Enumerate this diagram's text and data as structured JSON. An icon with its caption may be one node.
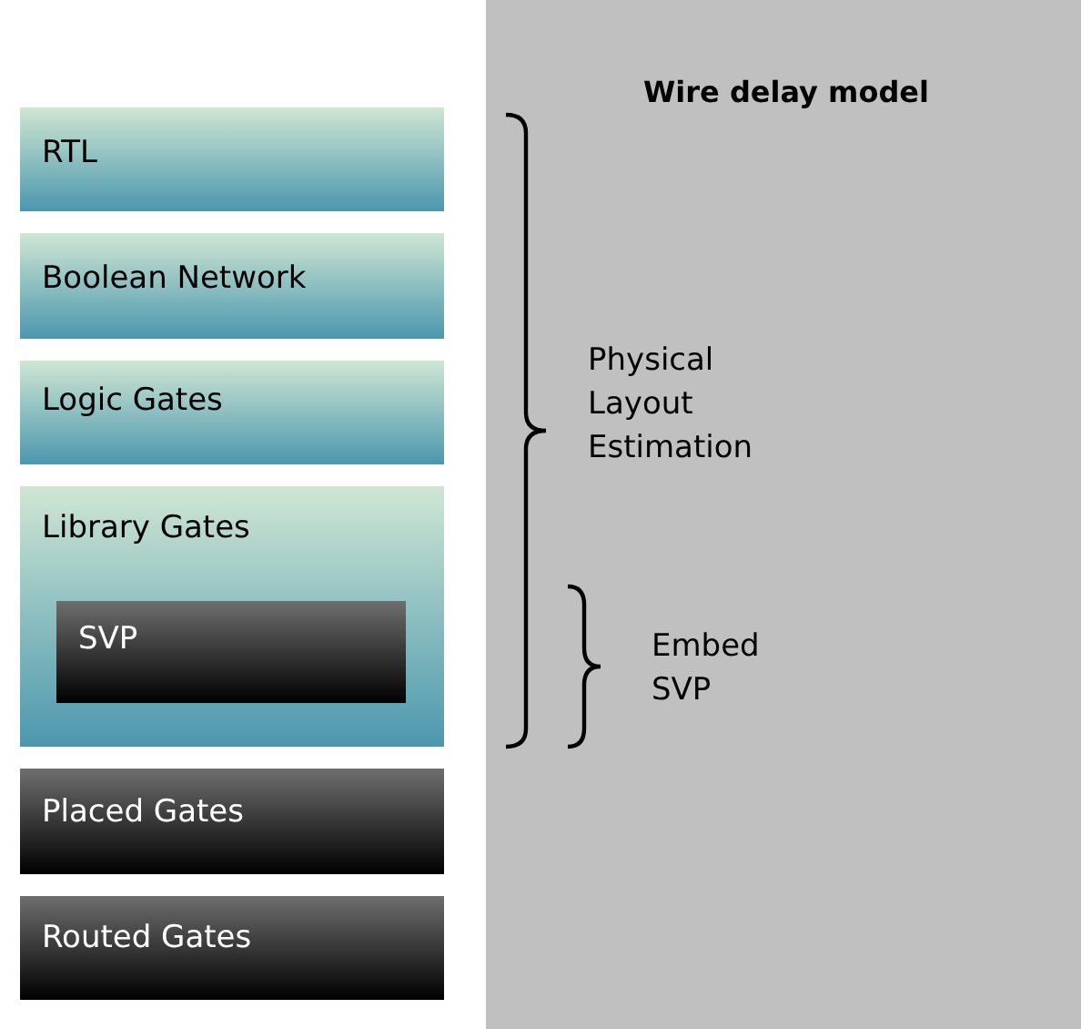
{
  "diagram": {
    "nodes": [
      {
        "text": [
          "RTL"
        ]
      },
      {
        "text": [
          "Boolean Network"
        ]
      },
      {
        "text": [
          "Logic Gates"
        ]
      },
      {
        "text": [
          "Library Gates"
        ]
      },
      {
        "text": [
          "SVP"
        ],
        "in": 3
      },
      {
        "text": [
          "Placed Gates"
        ]
      },
      {
        "text": [
          "Routed Gates"
        ]
      },
      {
        "text": [
          "Wire delay model"
        ]
      }
    ],
    "edges": [],
    "labels": [
      "Physical Layout Estimation",
      "Embed SVP"
    ]
  }
}
